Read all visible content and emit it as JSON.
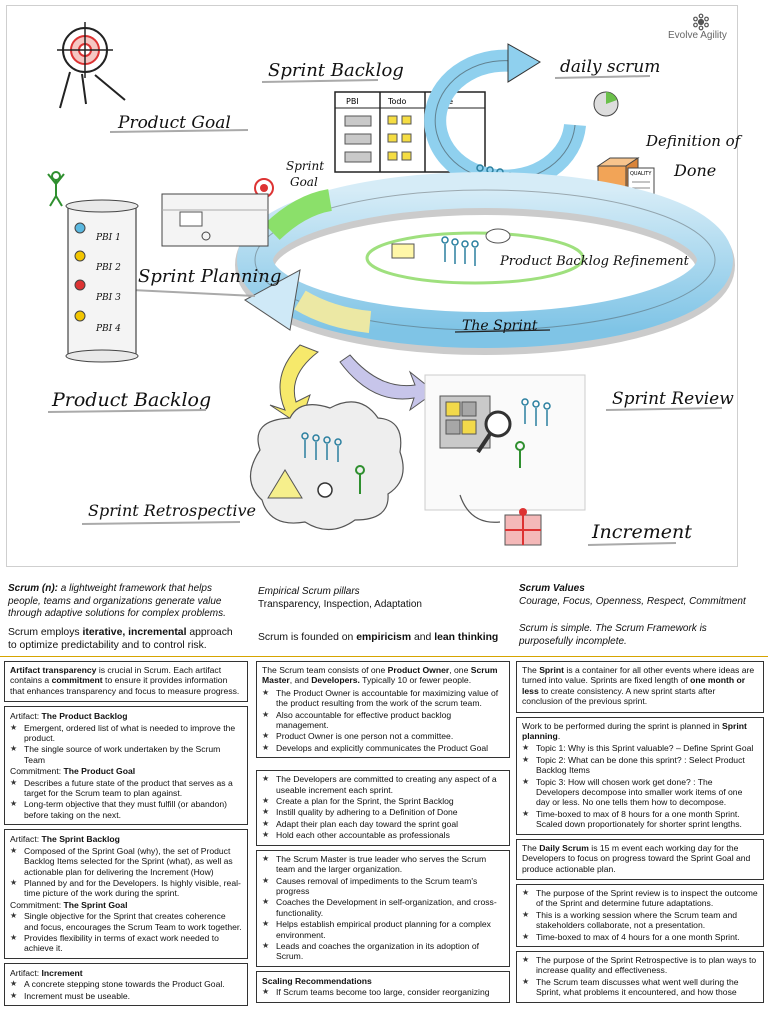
{
  "logo": {
    "text": "Evolve Agility"
  },
  "diagram": {
    "product_goal": "Product Goal",
    "sprint_backlog": "Sprint Backlog",
    "daily_scrum": "daily scrum",
    "board_pbi": "PBI",
    "board_todo": "Todo",
    "board_done": "Done",
    "definition_of_done_1": "Definition of",
    "definition_of_done_2": "Done",
    "quality": "QUALITY",
    "sprint_goal_1": "Sprint",
    "sprint_goal_2": "Goal",
    "pbi_items": [
      "PBI 1",
      "PBI 2",
      "PBI 3",
      "PBI 4"
    ],
    "sprint_planning": "Sprint Planning",
    "product_backlog_refinement": "Product Backlog Refinement",
    "the_sprint": "The Sprint",
    "product_backlog": "Product Backlog",
    "sprint_review": "Sprint Review",
    "sprint_retrospective": "Sprint Retrospective",
    "increment": "Increment"
  },
  "intro": {
    "def_term": "Scrum (n):",
    "def_text": " a lightweight framework that helps people, teams and organizations generate value through adaptive solutions for complex problems.",
    "approach_a": "Scrum employs ",
    "approach_b": "iterative, incremental",
    "approach_c": " approach to optimize predictability and to control risk.",
    "pillars_title": "Empirical Scrum pillars",
    "pillars": "Transparency, Inspection, Adaptation",
    "founded_a": "Scrum is founded on ",
    "founded_b": "empiricism",
    "founded_c": " and ",
    "founded_d": "lean thinking",
    "values_title": "Scrum Values",
    "values": "Courage, Focus, Openness, Respect, Commitment",
    "simple": "Scrum is simple. The Scrum Framework is purposefully incomplete."
  },
  "col1": {
    "b1_a": "Artifact transparency",
    "b1_b": " is crucial in Scrum. Each artifact contains a ",
    "b1_c": "commitment",
    "b1_d": " to ensure it provides information that enhances transparency and focus to measure progress.",
    "pb_label": "Artifact: ",
    "pb_name": "The Product Backlog",
    "pb_items": [
      "Emergent, ordered list of what is needed to improve the product.",
      "The single source of work undertaken by the Scrum Team"
    ],
    "pg_label": "Commitment: ",
    "pg_name": "The Product Goal",
    "pg_items": [
      "Describes a future state of the product that serves as a target for the Scrum team to plan against.",
      "Long-term objective that they must fulfill (or abandon) before taking on the next."
    ],
    "sb_label": "Artifact: ",
    "sb_name": "The Sprint Backlog",
    "sb_items": [
      "Composed of the Sprint Goal (why), the set of Product Backlog Items selected for the Sprint (what), as well as actionable plan for delivering the Increment (How)",
      "Planned by and for the Developers. Is highly visible, real-time picture of the work during the sprint."
    ],
    "sg_label": "Commitment: ",
    "sg_name": "The Sprint Goal",
    "sg_items": [
      "Single objective for the Sprint that creates coherence and focus, encourages the Scrum Team to work together.",
      "Provides flexibility in terms of exact work needed to achieve it."
    ],
    "inc_label": "Artifact: ",
    "inc_name": "Increment",
    "inc_items": [
      "A concrete stepping stone towards the Product Goal.",
      "Increment must be useable."
    ]
  },
  "col2": {
    "t_a": "The Scrum team consists of one ",
    "t_b": "Product Owner",
    "t_c": ", one ",
    "t_d": "Scrum Master",
    "t_e": ", and ",
    "t_f": "Developers.",
    "t_g": " Typically 10 or fewer people.",
    "po_items": [
      "The Product Owner is accountable for maximizing value of the product resulting from the work of the scrum team.",
      "Also accountable for effective product backlog management.",
      "Product Owner is one person not a committee.",
      "Develops and explicitly communicates the Product Goal"
    ],
    "dev_items": [
      "The Developers are committed to creating any aspect of a useable increment each sprint.",
      "Create a plan for the Sprint, the Sprint Backlog",
      "Instill quality by adhering to a Definition of Done",
      "Adapt their plan each day toward the sprint goal",
      "Hold each other accountable as professionals"
    ],
    "sm_items": [
      "The Scrum Master is true leader who serves the Scrum team and the larger organization.",
      "Causes removal of impediments to the Scrum team's progress",
      "Coaches the Development in self-organization, and cross-functionality.",
      "Helps establish empirical product planning for a complex environment.",
      "Leads and coaches the organization in its adoption of Scrum."
    ],
    "scaling_title": "Scaling Recommendations",
    "scaling_items": [
      "If Scrum teams become too large, consider reorganizing"
    ]
  },
  "col3": {
    "sprint_a": "The ",
    "sprint_b": "Sprint",
    "sprint_c": " is a container for all other events where ideas are turned into value. Sprints are fixed length of ",
    "sprint_d": "one month or less",
    "sprint_e": " to create consistency. A new sprint starts after conclusion of the previous sprint.",
    "plan_a": "Work to be performed during the sprint is planned in ",
    "plan_b": "Sprint planning",
    "plan_c": ".",
    "plan_items": [
      "Topic 1: Why is this Sprint valuable? – Define Sprint Goal",
      "Topic 2: What can be done this sprint? : Select Product Backlog Items",
      "Topic 3: How will chosen work get done? : The Developers decompose into smaller work items of one day or less. No one tells them how to decompose.",
      "Time-boxed to max of 8 hours for a one month Sprint. Scaled down proportionately for shorter sprint lengths."
    ],
    "daily_a": "The ",
    "daily_b": "Daily Scrum",
    "daily_c": " is 15 m event each working day for the Developers to focus on progress toward the Sprint Goal and produce actionable plan.",
    "review_items": [
      "The purpose of the Sprint review is to inspect the outcome of the Sprint and determine future adaptations.",
      "This is a working session where the Scrum team and stakeholders collaborate, not a presentation.",
      "Time-boxed to max of 4 hours for a one month Sprint."
    ],
    "retro_items": [
      "The purpose of the Sprint Retrospective is to plan ways to increase quality and effectiveness.",
      "The Scrum team discusses what went well during the Sprint, what problems it encountered, and how those"
    ]
  }
}
